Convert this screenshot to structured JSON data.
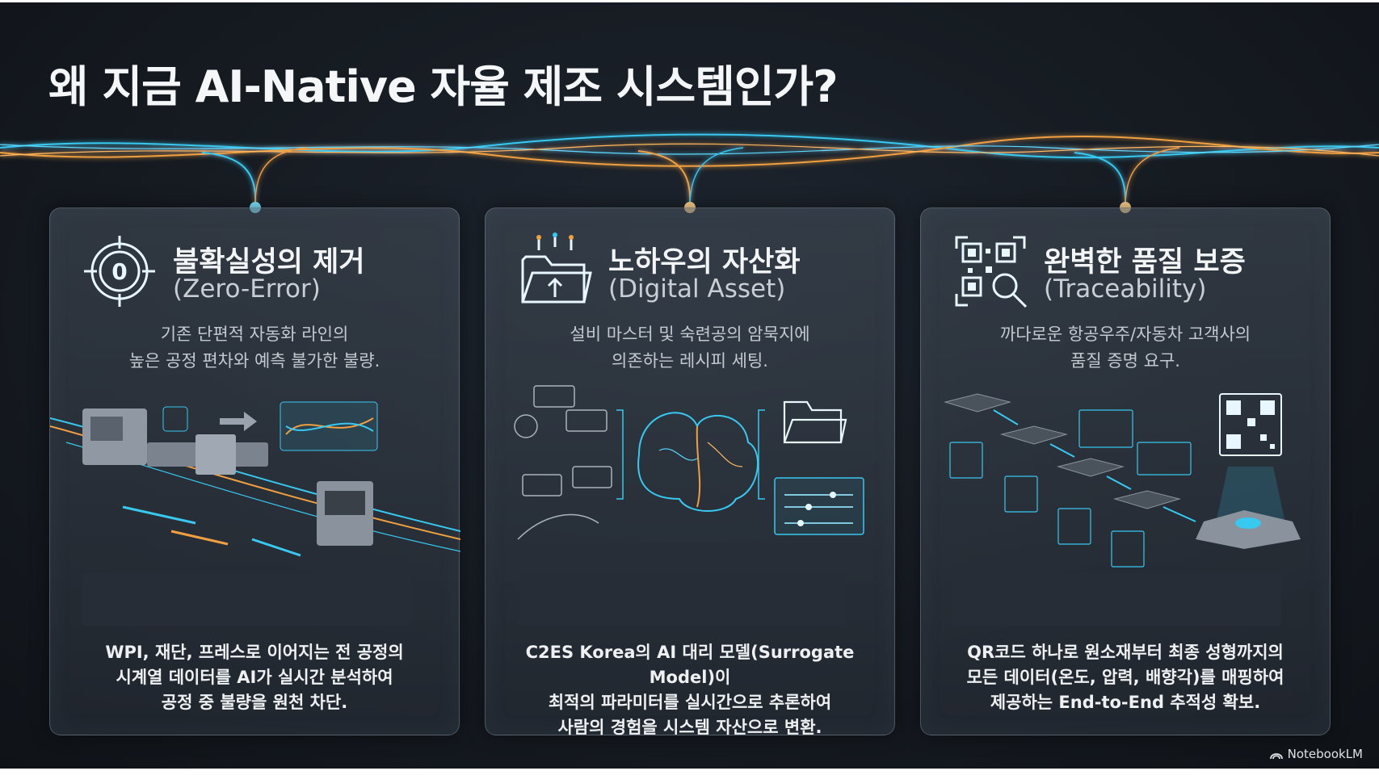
{
  "title": "왜 지금 AI-Native 자율 제조 시스템인가?",
  "cards": [
    {
      "title": "불확실성의 제거",
      "subtitle": "(Zero-Error)",
      "icon": "zero-target-icon",
      "desc": [
        "기존 단편적 자동화 라인의",
        "높은 공정 편차와 예측 불가한 불량."
      ],
      "body": [
        "WPI, 재단, 프레스로 이어지는 전 공정의",
        "시계열 데이터를 AI가 실시간 분석하여",
        "공정 중 불량을 원천 차단."
      ]
    },
    {
      "title": "노하우의 자산화",
      "subtitle": "(Digital Asset)",
      "icon": "folder-upload-icon",
      "desc": [
        "설비 마스터 및 숙련공의 암묵지에",
        "의존하는 레시피 세팅."
      ],
      "body": [
        "C2ES Korea의 AI 대리 모델(Surrogate Model)이",
        "최적의 파라미터를 실시간으로 추론하여",
        "사람의 경험을 시스템 자산으로 변환."
      ]
    },
    {
      "title": "완벽한 품질 보증",
      "subtitle": "(Traceability)",
      "icon": "qr-search-icon",
      "desc": [
        "까다로운 항공우주/자동차 고객사의",
        "품질 증명 요구."
      ],
      "body": [
        "QR코드 하나로 원소재부터 최종 성형까지의",
        "모든 데이터(온도, 압력, 배향각)를 매핑하여",
        "제공하는 End-to-End 추적성 확보."
      ]
    }
  ],
  "brand": "NotebookLM",
  "colors": {
    "cyan": "#38c8f0",
    "orange": "#f0a040",
    "background": "#161b22"
  }
}
